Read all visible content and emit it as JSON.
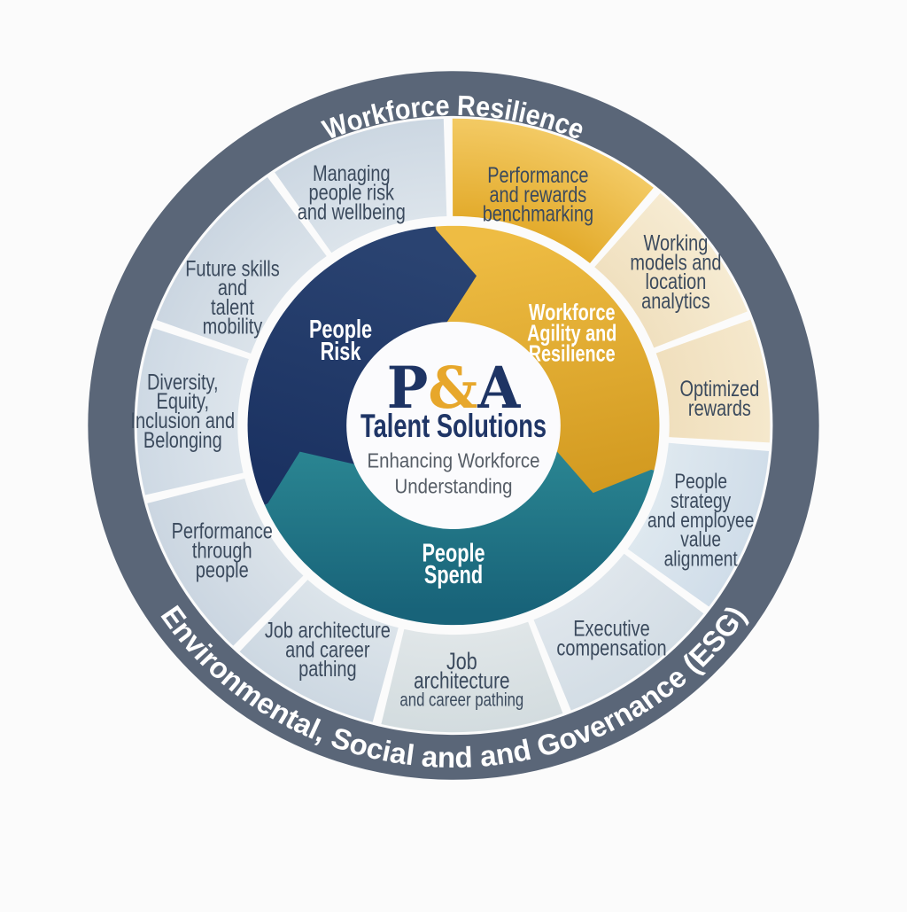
{
  "background": "#fbfbfb",
  "outer_ring": {
    "color": "#5a6678",
    "text_color": "#ffffff",
    "top_label": "Workforce Resilience",
    "bottom_label": "Environmental, Social and and Governance (ESG)"
  },
  "middle_ring": {
    "text_color": "#3b4a5d",
    "segments": [
      {
        "id": "managing-people-risk-wellbeing",
        "lines": [
          "Managing",
          "people risk",
          "and wellbeing"
        ],
        "start": 91,
        "end": 125.2,
        "color_inner": "#dce4eb",
        "color_outer": "#ccd7e2",
        "label_angle": 113,
        "label_r": 288
      },
      {
        "id": "performance-rewards-benchmarking",
        "lines": [
          "Performance",
          "and rewards",
          "benchmarking"
        ],
        "start": 50,
        "end": 91,
        "color_inner": "#e3ab2c",
        "color_outer": "#f3ca64",
        "label_angle": 70.5,
        "label_r": 279
      },
      {
        "id": "working-models-location-analytics",
        "lines": [
          "Working",
          "models and",
          "location",
          "analytics"
        ],
        "start": 21,
        "end": 50,
        "color_inner": "#f0e0bf",
        "color_outer": "#f6ebd2",
        "label_angle": 35.5,
        "label_r": 301
      },
      {
        "id": "optimized-rewards",
        "lines": [
          "Optimized",
          "rewards"
        ],
        "start": -4,
        "end": 21,
        "color_inner": "#f0dfbd",
        "color_outer": "#f5e8cc",
        "label_angle": 6,
        "label_r": 295
      },
      {
        "id": "people-strategy-employee-value",
        "lines": [
          "People",
          "strategy",
          "and employee",
          "value",
          "alignment"
        ],
        "start": -37,
        "end": -4,
        "color_inner": "#dee8ef",
        "color_outer": "#d0dde9",
        "label_angle": -21.5,
        "label_r": 293,
        "fs": 24
      },
      {
        "id": "executive-compensation",
        "lines": [
          "Executive",
          "compensation"
        ],
        "start": -69,
        "end": -37,
        "color_inner": "#dfe6ec",
        "color_outer": "#d3dde5",
        "label_angle": -54.2,
        "label_r": 298
      },
      {
        "id": "job-architecture-career-pathing-b",
        "lines": [
          "Job",
          "architecture",
          "and career pathing"
        ],
        "start": -104,
        "end": -69,
        "color_inner": "#e0e6e8",
        "color_outer": "#d3dcdf",
        "label_angle": -88.2,
        "label_r": 290,
        "line_fs": [
          27,
          26,
          21
        ]
      },
      {
        "id": "job-architecture-career-pathing-a",
        "lines": [
          "Job architecture",
          "and career",
          "pathing"
        ],
        "start": -133.3,
        "end": -104,
        "color_inner": "#dce4ea",
        "color_outer": "#cdd8e2",
        "label_angle": -118.6,
        "label_r": 290
      },
      {
        "id": "performance-through-people",
        "lines": [
          "Performance",
          "through",
          "people"
        ],
        "start": -166.1,
        "end": -133.3,
        "color_inner": "#dae2e9",
        "color_outer": "#cbd6e1",
        "label_angle": -150.9,
        "label_r": 292
      },
      {
        "id": "diversity-equity-inclusion-belonging",
        "lines": [
          "Diversity,",
          "Equity,",
          "Inclusion and",
          "Belonging"
        ],
        "start": 160.7,
        "end": 193.9,
        "color_inner": "#dde5ec",
        "color_outer": "#ced9e4",
        "label_angle": 176.8,
        "label_r": 299
      },
      {
        "id": "future-skills-talent-mobility",
        "lines": [
          "Future skills",
          "and",
          "talent",
          "mobility"
        ],
        "start": 125.2,
        "end": 160.7,
        "color_inner": "#dbe3ea",
        "color_outer": "#cbd6e1",
        "label_angle": 149.1,
        "label_r": 284
      }
    ]
  },
  "inner_wheel": {
    "text_color": "#ffffff",
    "segments": [
      {
        "id": "people-risk",
        "lines": [
          "People",
          "Risk"
        ],
        "start": 95,
        "end": 203.5,
        "color_from": "#2a4371",
        "color_to": "#1a3161",
        "label_angle": 142,
        "label_r": 158,
        "fs": 29,
        "lh": 25
      },
      {
        "id": "workforce-agility-resilience",
        "lines": [
          "Workforce",
          "Agility and",
          "Resilience"
        ],
        "start": -13,
        "end": 95,
        "color_from": "#eebc43",
        "color_to": "#d0971d",
        "label_angle": 39,
        "label_r": 168,
        "fs": 26.5,
        "lh": 23.5
      },
      {
        "id": "people-spend",
        "lines": [
          "People",
          "Spend"
        ],
        "start": 203.5,
        "end": 347,
        "color_from": "#2b8793",
        "color_to": "#186379",
        "label_angle": 270,
        "label_r": 157,
        "fs": 29,
        "lh": 25
      }
    ]
  },
  "hub": {
    "fill": "#fbfbfd",
    "brand": {
      "p": "P",
      "amp": "&",
      "a": "A",
      "navy": "#1e3464",
      "gold": "#e7a72b"
    },
    "title": "Talent Solutions",
    "title_color": "#1f3566",
    "tagline": [
      "Enhancing Workforce",
      "Understanding"
    ],
    "tagline_color": "#565d66"
  }
}
